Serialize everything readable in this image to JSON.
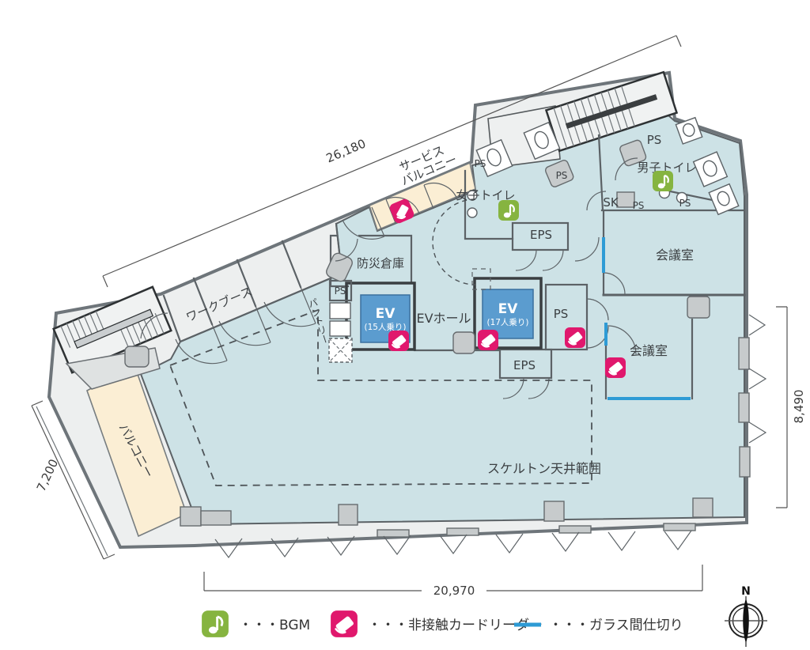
{
  "plan": {
    "title": "office-floor-plan",
    "dimensions": {
      "top": "26,180",
      "left": "7,200",
      "right": "8,490",
      "bottom": "20,970"
    },
    "rooms": {
      "service_balcony_line1": "サービス",
      "service_balcony_line2": "バルコニー",
      "work_booth": "ワークブース",
      "women_toilet": "女子トイレ",
      "men_toilet": "男子トイレ",
      "meeting_room_upper": "会議室",
      "meeting_room_lower": "会議室",
      "disaster_storage": "防災倉庫",
      "pantry": "パントリー",
      "ev_hall": "EVホール",
      "elevator_15": {
        "name": "EV",
        "capacity": "(15人乗り)"
      },
      "elevator_17": {
        "name": "EV",
        "capacity": "(17人乗り)"
      },
      "balcony": "バルコニー",
      "skeleton_ceiling": "スケルトン天井範囲"
    },
    "shafts": {
      "eps": "EPS",
      "ps": "PS",
      "sk": "SK"
    },
    "legend": [
      {
        "icon": "bgm-icon",
        "label": "・・・BGM"
      },
      {
        "icon": "card-reader-icon",
        "label": "・・・非接触カードリーダー"
      },
      {
        "icon": "glass-partition-line",
        "label": "・・・ガラス間仕切り"
      }
    ],
    "compass": {
      "north": "N"
    },
    "colors": {
      "floor": "#cde2e6",
      "balcony": "#fbeed4",
      "elevator_cab": "#5b9ccf",
      "card_reader": "#e0186d",
      "bgm": "#86b440",
      "glass_partition": "#2e9bd5",
      "wall": "#5c6266"
    }
  }
}
